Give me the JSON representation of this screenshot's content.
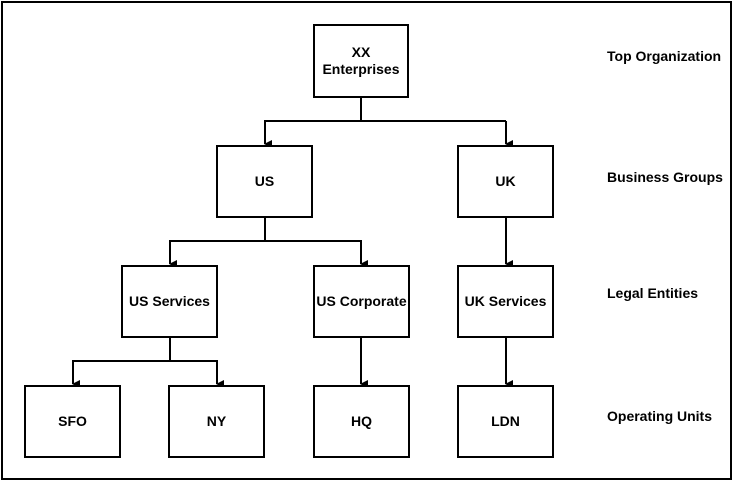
{
  "nodes": {
    "xx_enterprises": "XX\nEnterprises",
    "us": "US",
    "uk": "UK",
    "us_services": "US Services",
    "us_corporate": "US Corporate",
    "uk_services": "UK Services",
    "sfo": "SFO",
    "ny": "NY",
    "hq": "HQ",
    "ldn": "LDN"
  },
  "levels": {
    "top": "Top Organization",
    "business_groups": "Business Groups",
    "legal_entities": "Legal Entities",
    "operating_units": "Operating Units"
  },
  "hierarchy": [
    {
      "parent": "XX Enterprises",
      "children": [
        "US",
        "UK"
      ]
    },
    {
      "parent": "US",
      "children": [
        "US Services",
        "US Corporate"
      ]
    },
    {
      "parent": "UK",
      "children": [
        "UK Services"
      ]
    },
    {
      "parent": "US Services",
      "children": [
        "SFO",
        "NY"
      ]
    },
    {
      "parent": "US Corporate",
      "children": [
        "HQ"
      ]
    },
    {
      "parent": "UK Services",
      "children": [
        "LDN"
      ]
    }
  ],
  "colors": {
    "line": "#000000",
    "box_fill": "#ffffff"
  }
}
